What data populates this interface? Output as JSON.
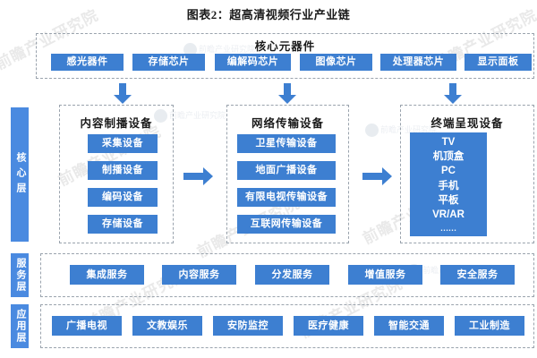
{
  "title": "图表2：超高清视频行业产业链",
  "colors": {
    "chip_blue": "#3d7fd1",
    "label_blue": "#4a8ae0",
    "arrow_blue": "#3d7fd1",
    "dash_border": "#9aa3ad"
  },
  "core_components": {
    "heading": "核心元器件",
    "items": [
      "感光器件",
      "存储芯片",
      "编解码芯片",
      "图像芯片",
      "处理器芯片",
      "显示面板"
    ]
  },
  "layers": {
    "core": "核心层",
    "service": "服务层",
    "application": "应用层"
  },
  "core_layer": {
    "groups": [
      {
        "heading": "内容制播设备",
        "items": [
          "采集设备",
          "制播设备",
          "编码设备",
          "存储设备"
        ]
      },
      {
        "heading": "网络传输设备",
        "items": [
          "卫星传输设备",
          "地面广播设备",
          "有限电视传输设备",
          "互联网传输设备"
        ]
      }
    ],
    "terminal": {
      "heading": "终端呈现设备",
      "items": [
        "TV",
        "机顶盒",
        "PC",
        "手机",
        "平板",
        "VR/AR",
        "……"
      ]
    }
  },
  "service_layer": {
    "items": [
      "集成服务",
      "内容服务",
      "分发服务",
      "增值服务",
      "安全服务"
    ]
  },
  "application_layer": {
    "items": [
      "广播电视",
      "文教娱乐",
      "安防监控",
      "医疗健康",
      "智能交通",
      "工业制造"
    ]
  },
  "watermark": {
    "text": "前瞻产业研究院",
    "logo_text": "前瞻产业研究院"
  }
}
